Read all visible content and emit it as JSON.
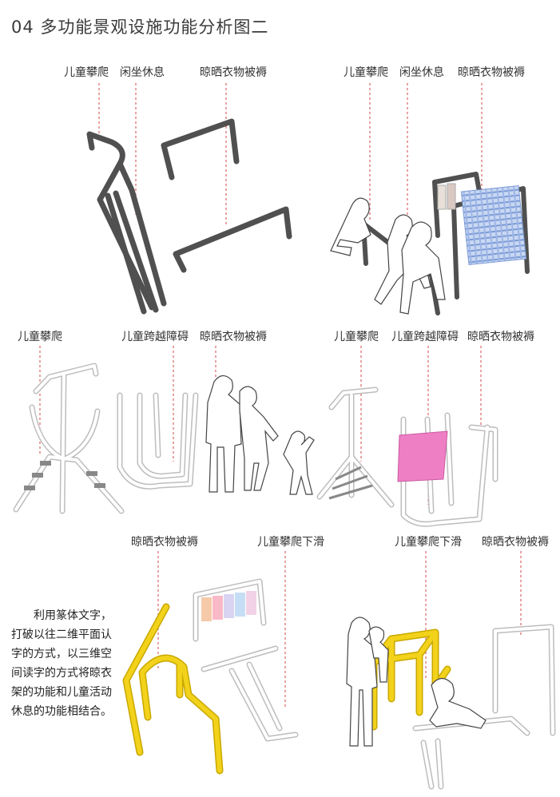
{
  "title": "04  多功能景观设施功能分析图二",
  "panels": [
    {
      "labels": [
        "儿童攀爬",
        "闲坐休息",
        "晾晒衣物被褥"
      ]
    },
    {
      "labels": [
        "儿童攀爬",
        "闲坐休息",
        "晾晒衣物被褥"
      ]
    },
    {
      "labels": [
        "儿童攀爬",
        "儿童跨越障碍",
        "晾晒衣物被褥"
      ]
    },
    {
      "labels": [
        "儿童攀爬",
        "儿童跨越障碍",
        "晾晒衣物被褥"
      ]
    },
    {
      "labels": [
        "晾晒衣物被褥",
        "儿童攀爬下滑"
      ]
    },
    {
      "labels": [
        "儿童攀爬下滑",
        "晾晒衣物被褥"
      ]
    }
  ],
  "description": {
    "lines": [
      "利用篆体文字，",
      "打破以往二维平面认",
      "字的方式，以三维空",
      "间读字的方式将晾衣",
      "架的功能和儿童活动",
      "休息的功能相结合。"
    ]
  },
  "colors": {
    "dark_pipe": "#505050",
    "white_pipe": "#f4f4f4",
    "yellow_pipe": "#f2d21a",
    "leader": "#d64545",
    "pink_cloth": "#ef7fc4",
    "blue_cloth": "#8fb0e0"
  }
}
